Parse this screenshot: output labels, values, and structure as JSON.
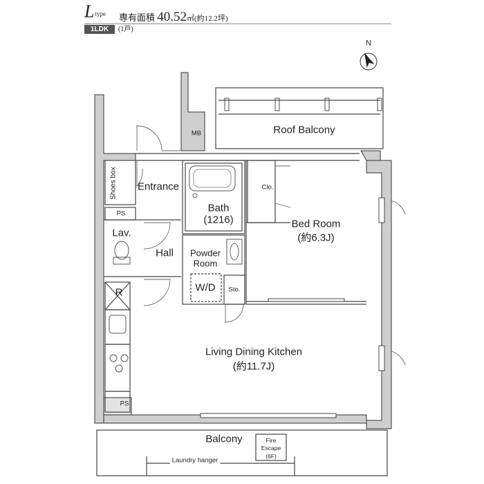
{
  "header": {
    "type_letter": "L",
    "type_suffix": "type",
    "area_prefix": "専有面積",
    "area_value": "40.52",
    "area_unit": "㎡",
    "area_tsubo": "(約12.2坪)",
    "layout_badge": "1LDK",
    "unit_count": "(1戸)"
  },
  "rooms": {
    "roof_balcony": "Roof Balcony",
    "mb": "MB",
    "shoes_box": "Shoes box",
    "entrance": "Entrance",
    "ps_top": "PS",
    "lav": "Lav.",
    "hall": "Hall",
    "r": "R",
    "bath": "Bath",
    "bath_size": "(1216)",
    "powder_room_1": "Powder",
    "powder_room_2": "Room",
    "wd": "W/D",
    "sto": "Sto.",
    "clo": "Clo.",
    "bed_room": "Bed Room",
    "bed_room_size": "(約6.3J)",
    "ldk": "Living Dining Kitchen",
    "ldk_size": "(約11.7J)",
    "ps_bottom": "PS",
    "balcony": "Balcony",
    "fire_escape_1": "Fire",
    "fire_escape_2": "Escape",
    "fire_escape_3": "(6F)",
    "laundry": "Laundry hanger"
  },
  "compass": {
    "label": "N"
  },
  "colors": {
    "wall": "#c9c9c9",
    "wall_stroke": "#333333",
    "line": "#555555",
    "badge": "#555555"
  }
}
